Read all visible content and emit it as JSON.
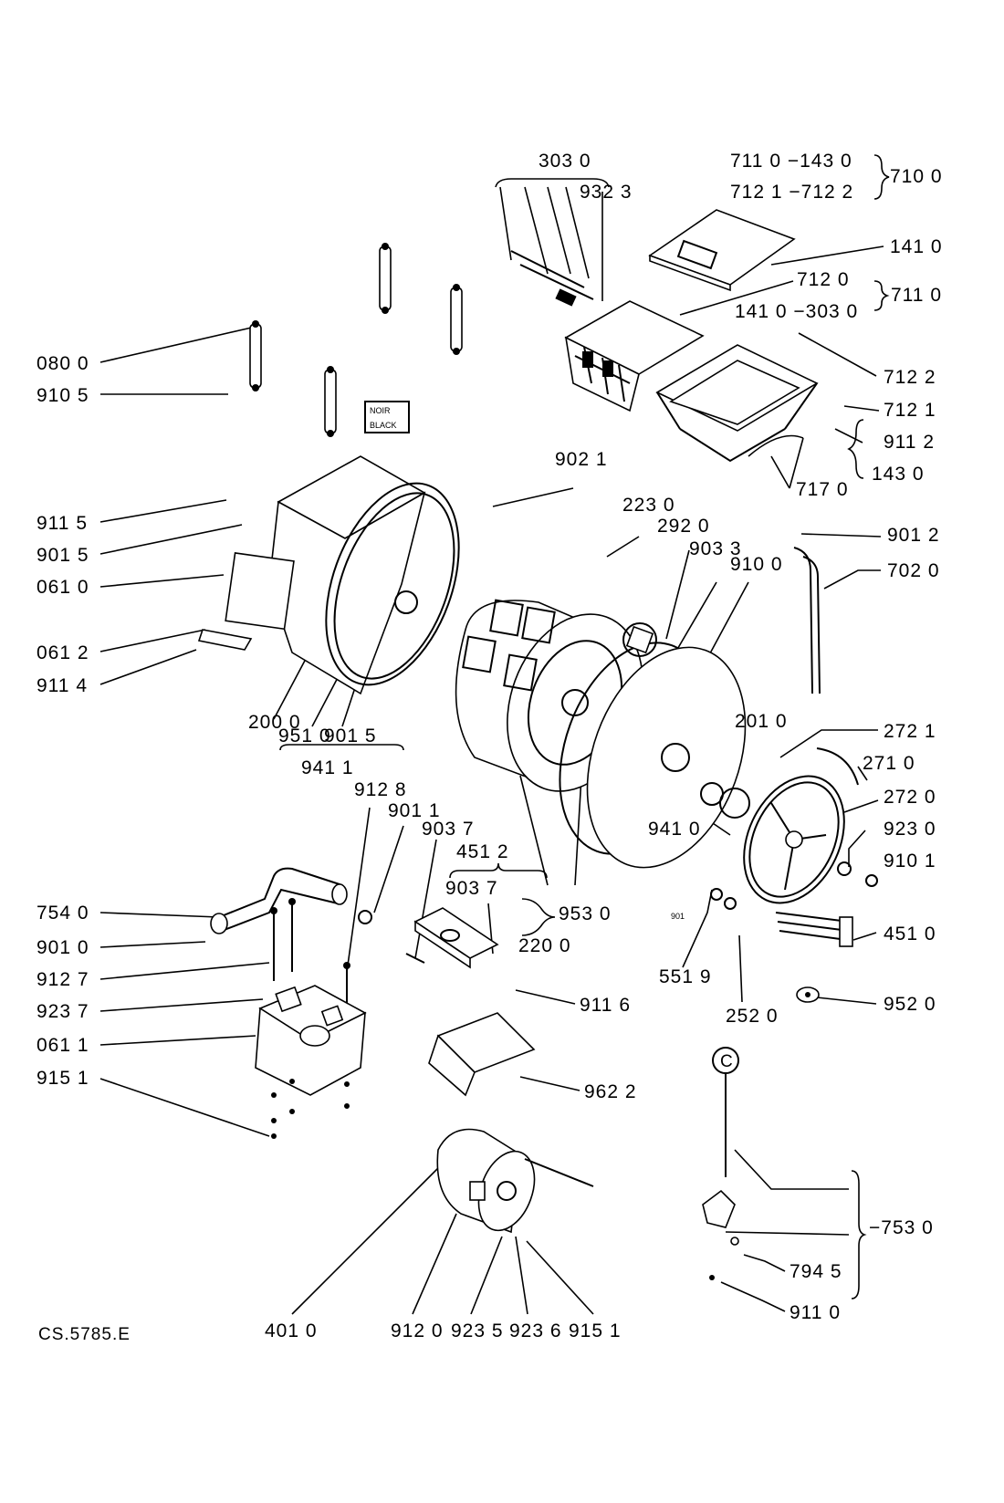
{
  "diagram": {
    "reference": "CS.5785.E",
    "noir_label": "NOIR",
    "black_label": "BLACK",
    "c_marker": "C",
    "small_label": "901",
    "labels": [
      {
        "id": "l1",
        "text": "303 0"
      },
      {
        "id": "l2",
        "text": "932 3"
      },
      {
        "id": "l3",
        "text": "711 0 −143 0"
      },
      {
        "id": "l4",
        "text": "712 1 −712 2"
      },
      {
        "id": "l5",
        "text": "710 0"
      },
      {
        "id": "l6",
        "text": "141 0"
      },
      {
        "id": "l7",
        "text": "712 0"
      },
      {
        "id": "l8",
        "text": "711 0"
      },
      {
        "id": "l9",
        "text": "141 0 −303 0"
      },
      {
        "id": "l10",
        "text": "712 2"
      },
      {
        "id": "l11",
        "text": "712 1"
      },
      {
        "id": "l12",
        "text": "911 2"
      },
      {
        "id": "l13",
        "text": "717 0"
      },
      {
        "id": "l14",
        "text": "143 0"
      },
      {
        "id": "l15",
        "text": "080 0"
      },
      {
        "id": "l16",
        "text": "910 5"
      },
      {
        "id": "l17",
        "text": "902 1"
      },
      {
        "id": "l18",
        "text": "911 5"
      },
      {
        "id": "l19",
        "text": "901 5"
      },
      {
        "id": "l20",
        "text": "061 0"
      },
      {
        "id": "l21",
        "text": "061 2"
      },
      {
        "id": "l22",
        "text": "911 4"
      },
      {
        "id": "l23",
        "text": "223 0"
      },
      {
        "id": "l24",
        "text": "292 0"
      },
      {
        "id": "l25",
        "text": "903 3"
      },
      {
        "id": "l26",
        "text": "910 0"
      },
      {
        "id": "l27",
        "text": "901 2"
      },
      {
        "id": "l28",
        "text": "702 0"
      },
      {
        "id": "l29",
        "text": "200 0"
      },
      {
        "id": "l30",
        "text": "951 0"
      },
      {
        "id": "l31",
        "text": "901 5"
      },
      {
        "id": "l32",
        "text": "941 1"
      },
      {
        "id": "l33",
        "text": "201 0"
      },
      {
        "id": "l34",
        "text": "272 1"
      },
      {
        "id": "l35",
        "text": "271 0"
      },
      {
        "id": "l36",
        "text": "272 0"
      },
      {
        "id": "l37",
        "text": "923 0"
      },
      {
        "id": "l38",
        "text": "910 1"
      },
      {
        "id": "l39",
        "text": "912 8"
      },
      {
        "id": "l40",
        "text": "901 1"
      },
      {
        "id": "l41",
        "text": "903 7"
      },
      {
        "id": "l42",
        "text": "451 2"
      },
      {
        "id": "l43",
        "text": "903 7"
      },
      {
        "id": "l44",
        "text": "941 0"
      },
      {
        "id": "l45",
        "text": "953 0"
      },
      {
        "id": "l46",
        "text": "220 0"
      },
      {
        "id": "l47",
        "text": "754 0"
      },
      {
        "id": "l48",
        "text": "901 0"
      },
      {
        "id": "l49",
        "text": "912 7"
      },
      {
        "id": "l50",
        "text": "923 7"
      },
      {
        "id": "l51",
        "text": "061 1"
      },
      {
        "id": "l52",
        "text": "915 1"
      },
      {
        "id": "l53",
        "text": "911 6"
      },
      {
        "id": "l54",
        "text": "551 9"
      },
      {
        "id": "l55",
        "text": "252 0"
      },
      {
        "id": "l56",
        "text": "451 0"
      },
      {
        "id": "l57",
        "text": "952 0"
      },
      {
        "id": "l58",
        "text": "962 2"
      },
      {
        "id": "l59",
        "text": "−753 0"
      },
      {
        "id": "l60",
        "text": "794 5"
      },
      {
        "id": "l61",
        "text": "911 0"
      },
      {
        "id": "l62",
        "text": "401 0"
      },
      {
        "id": "l63",
        "text": "912 0"
      },
      {
        "id": "l64",
        "text": "923 5"
      },
      {
        "id": "l65",
        "text": "923 6"
      },
      {
        "id": "l66",
        "text": "915 1"
      }
    ]
  }
}
